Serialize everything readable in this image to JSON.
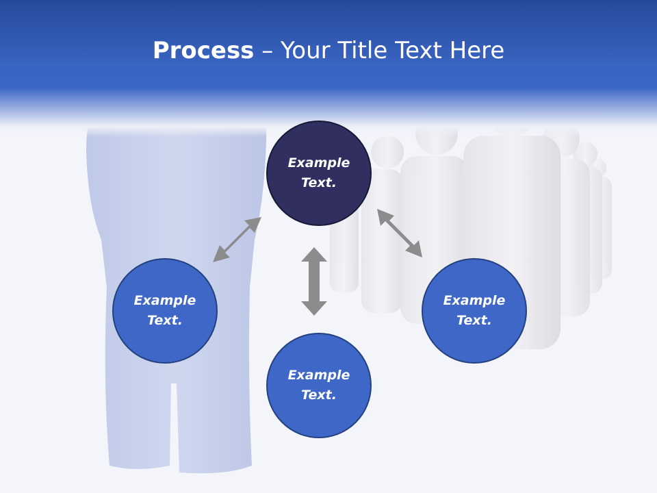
{
  "slide": {
    "title_bold": "Process",
    "title_rest": " – Your Title Text Here"
  },
  "nodes": {
    "top": {
      "line1": "Example",
      "line2": "Text."
    },
    "left": {
      "line1": "Example",
      "line2": "Text."
    },
    "right": {
      "line1": "Example",
      "line2": "Text."
    },
    "bottom": {
      "line1": "Example",
      "line2": "Text."
    }
  },
  "colors": {
    "header_dark": "#244a9a",
    "header_blue": "#3b66c6",
    "node_top": "#302f60",
    "node_blue": "#3e67c7",
    "arrow": "#8c8c8c",
    "figure_blue": "#c6d0ea",
    "figure_white": "#ececf0"
  }
}
